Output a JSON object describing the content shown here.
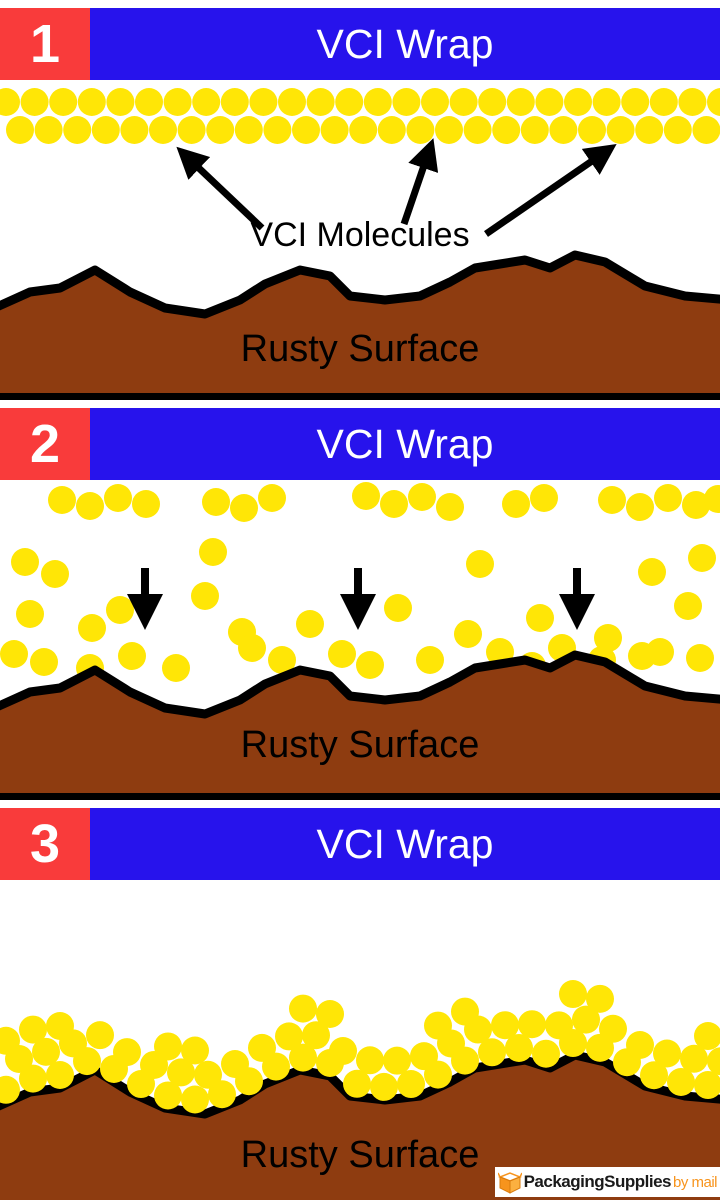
{
  "colors": {
    "wrap_blue": "#2713ec",
    "step_red": "#f93b3b",
    "molecule_yellow": "#ffe606",
    "rust_brown": "#8e3c10",
    "outline_black": "#000000",
    "logo_orange": "#f7941d"
  },
  "panels": [
    {
      "number": "1",
      "wrap_label": "VCI Wrap",
      "molecules_label": "VCI Molecules",
      "surface_label": "Rusty Surface"
    },
    {
      "number": "2",
      "wrap_label": "VCI Wrap",
      "surface_label": "Rusty Surface"
    },
    {
      "number": "3",
      "wrap_label": "VCI Wrap",
      "surface_label": "Rusty Surface"
    }
  ],
  "logo": {
    "brand": "PackagingSupplies",
    "suffix": "by mail"
  }
}
